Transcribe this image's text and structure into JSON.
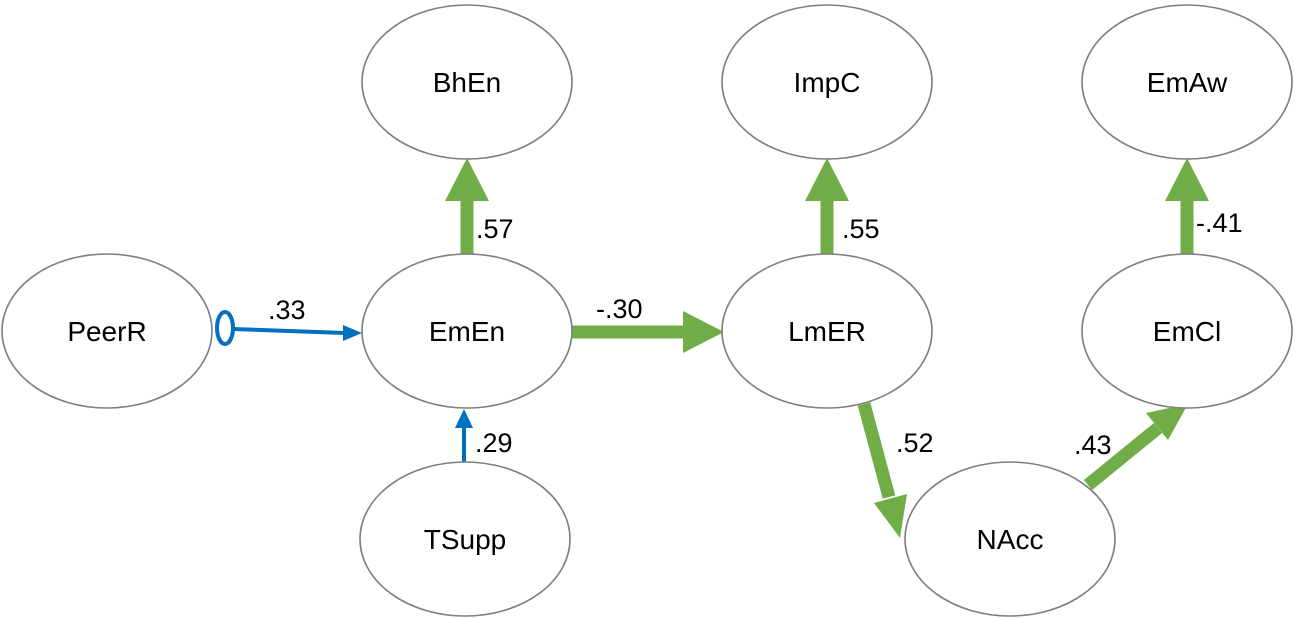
{
  "colors": {
    "positive_path": "#70ad47",
    "blue_path": "#0070c0"
  },
  "nodes": [
    {
      "id": "BhEn",
      "label": "BhEn"
    },
    {
      "id": "ImpC",
      "label": "ImpC"
    },
    {
      "id": "EmAw",
      "label": "EmAw"
    },
    {
      "id": "PeerR",
      "label": "PeerR"
    },
    {
      "id": "EmEn",
      "label": "EmEn"
    },
    {
      "id": "LmER",
      "label": "LmER"
    },
    {
      "id": "EmCl",
      "label": "EmCl"
    },
    {
      "id": "TSupp",
      "label": "TSupp"
    },
    {
      "id": "NAcc",
      "label": "NAcc"
    }
  ],
  "edges": [
    {
      "id": "EmEn-BhEn",
      "from": "EmEn",
      "to": "BhEn",
      "coefficient": ".57",
      "color": "green"
    },
    {
      "id": "LmER-ImpC",
      "from": "LmER",
      "to": "ImpC",
      "coefficient": ".55",
      "color": "green"
    },
    {
      "id": "EmCl-EmAw",
      "from": "EmCl",
      "to": "EmAw",
      "coefficient": "-.41",
      "color": "green"
    },
    {
      "id": "PeerR-EmEn",
      "from": "PeerR",
      "to": "EmEn",
      "coefficient": ".33",
      "color": "blue",
      "tail": "ellipse"
    },
    {
      "id": "EmEn-LmER",
      "from": "EmEn",
      "to": "LmER",
      "coefficient": "-.30",
      "color": "green"
    },
    {
      "id": "TSupp-EmEn",
      "from": "TSupp",
      "to": "EmEn",
      "coefficient": ".29",
      "color": "blue"
    },
    {
      "id": "LmER-NAcc",
      "from": "LmER",
      "to": "NAcc",
      "coefficient": ".52",
      "color": "green"
    },
    {
      "id": "NAcc-EmCl",
      "from": "NAcc",
      "to": "EmCl",
      "coefficient": ".43",
      "color": "green"
    }
  ]
}
